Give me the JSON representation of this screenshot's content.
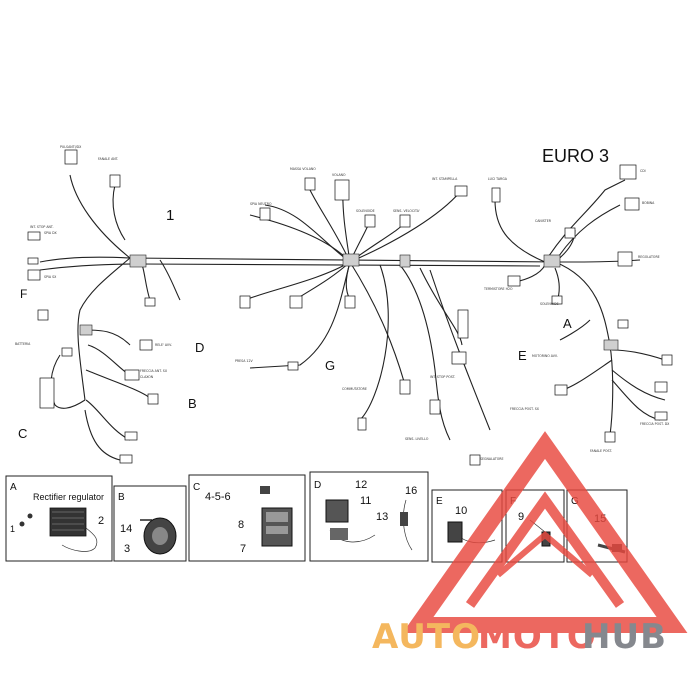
{
  "title": "EURO 3",
  "main_ref": "1",
  "section_letters": {
    "A": "A",
    "B": "B",
    "C": "C",
    "D": "D",
    "E": "E",
    "F": "F",
    "G": "G"
  },
  "connector_labels": [
    "PULSANTI/DX",
    "FANALE ANT.",
    "SPIA DX",
    "SPIA SX",
    "MASSA VOLANO",
    "VOLANO",
    "SENS. VELOCITA'",
    "SOLENOIDE",
    "INT. STAMPELLA",
    "LUCI TARGA",
    "SPIA NEUTRO",
    "CANISTER",
    "TERMISTORE H2O",
    "SOLENOIDE",
    "CDI",
    "BOBINA",
    "REGOLATORE",
    "INT. STOP ANT.",
    "CLAXON",
    "RELE' AVV.",
    "FRECCIA ANT. SX",
    "BATTERIA",
    "PRESA 12V",
    "FRECCIA POST. SX",
    "FRECCIA POST. DX",
    "FANALE POST.",
    "INT. STOP POST.",
    "MOTORINO AVV.",
    "SENS. LIVELLO",
    "COMMUTATORE",
    "SEGNALATORE"
  ],
  "detail_boxes": [
    {
      "letter": "A",
      "title": "Rectifier regulator",
      "parts": [
        "1",
        "2"
      ]
    },
    {
      "letter": "B",
      "parts": [
        "14",
        "3"
      ]
    },
    {
      "letter": "C",
      "parts": [
        "4-5-6",
        "8",
        "7"
      ]
    },
    {
      "letter": "D",
      "parts": [
        "12",
        "11",
        "13",
        "16"
      ]
    },
    {
      "letter": "E",
      "parts": [
        "10"
      ]
    },
    {
      "letter": "F",
      "parts": [
        "9"
      ]
    },
    {
      "letter": "G",
      "parts": [
        "15"
      ]
    }
  ],
  "watermark": {
    "part1": "AUTO",
    "part2": "MOTO",
    "part3": "HUB"
  },
  "colors": {
    "line": "#222222",
    "watermark_red": "#e8483e",
    "watermark_orange": "#f2a83b",
    "watermark_grey": "#6b6f76"
  }
}
